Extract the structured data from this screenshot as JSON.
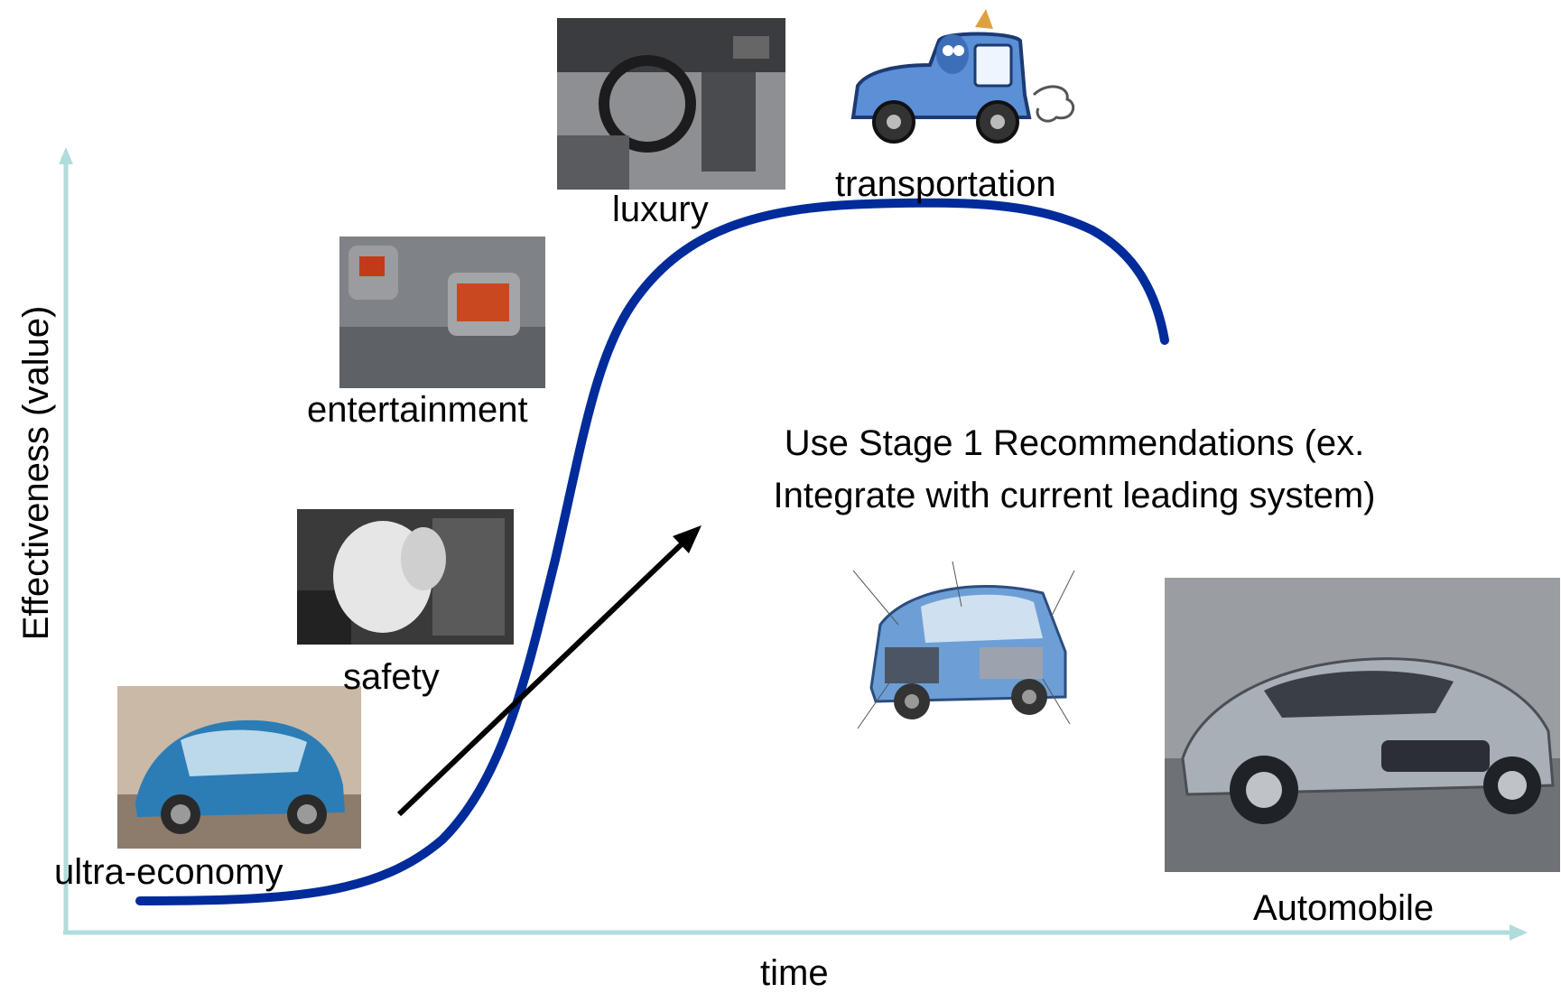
{
  "axes": {
    "x_label": "time",
    "y_label": "Effectiveness (value)"
  },
  "stages": {
    "ultra_economy": "ultra-economy",
    "safety": "safety",
    "entertainment": "entertainment",
    "luxury": "luxury",
    "transportation": "transportation"
  },
  "recommendation": {
    "line1": "Use Stage 1 Recommendations (ex.",
    "line2": "Integrate with current leading system)"
  },
  "product": {
    "label": "Automobile"
  },
  "colors": {
    "curve": "#002b9a",
    "axis": "#b0dcdc",
    "arrow": "#000000",
    "text": "#000000"
  }
}
